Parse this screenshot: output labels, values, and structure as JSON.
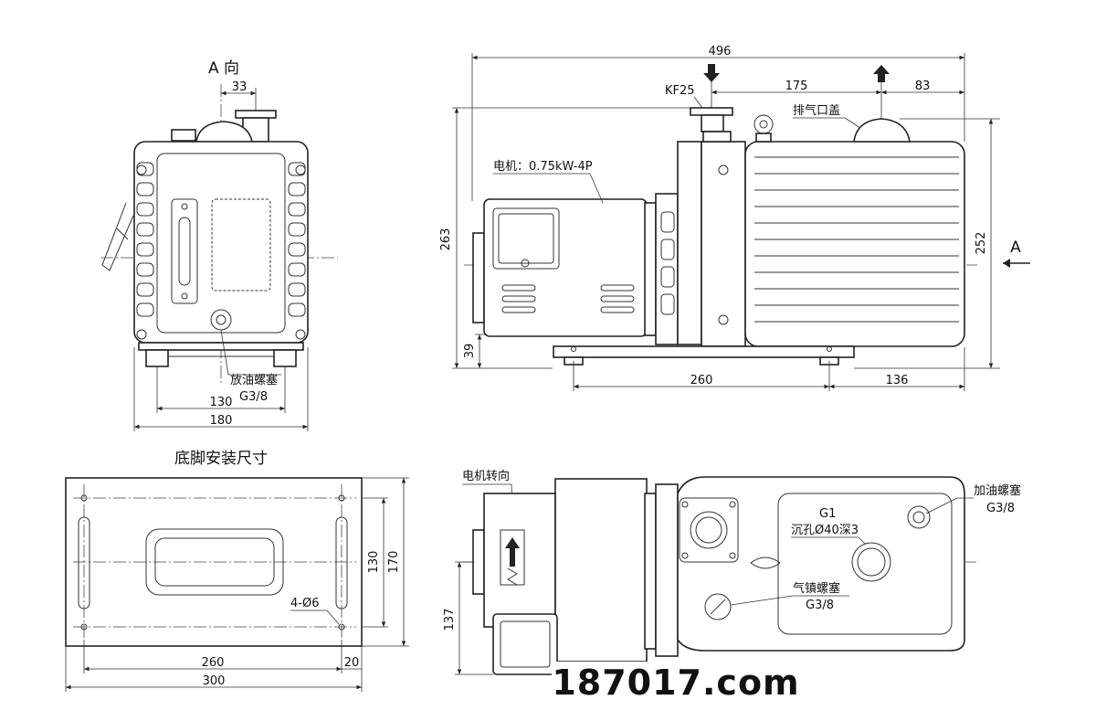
{
  "view_a": {
    "title": "A 向",
    "dims": {
      "top_offset": "33",
      "foot_inner": "130",
      "overall_width": "180"
    },
    "drain_plug": {
      "name": "放油螺塞",
      "size": "G3/8"
    }
  },
  "side_view": {
    "dims": {
      "overall_length": "496",
      "port_to_exhaust": "175",
      "exhaust_to_end": "83",
      "height_overall": "263",
      "height_body": "252",
      "base_height": "39",
      "foot_span": "260",
      "foot_to_end": "136"
    },
    "inlet": "KF25",
    "exhaust_cap": "排气口盖",
    "motor": "电机：0.75kW-4P",
    "view_marker": "A"
  },
  "base_view": {
    "title": "底脚安装尺寸",
    "dims": {
      "hole_span_y": "130",
      "overall_y": "170",
      "hole_span_x": "260",
      "edge_offset": "20",
      "overall_x": "300"
    },
    "holes": "4-Ø6"
  },
  "top_view": {
    "motor_rotation": "电机转向",
    "oil_fill_plug": {
      "name": "加油螺塞",
      "size": "G3/8"
    },
    "g1_label": "G1",
    "counterbore": "沉孔Ø40深3",
    "gas_ballast": {
      "name": "气镇螺塞",
      "size": "G3/8"
    },
    "dims": {
      "motor_offset": "137"
    }
  },
  "watermark": "187017.com"
}
